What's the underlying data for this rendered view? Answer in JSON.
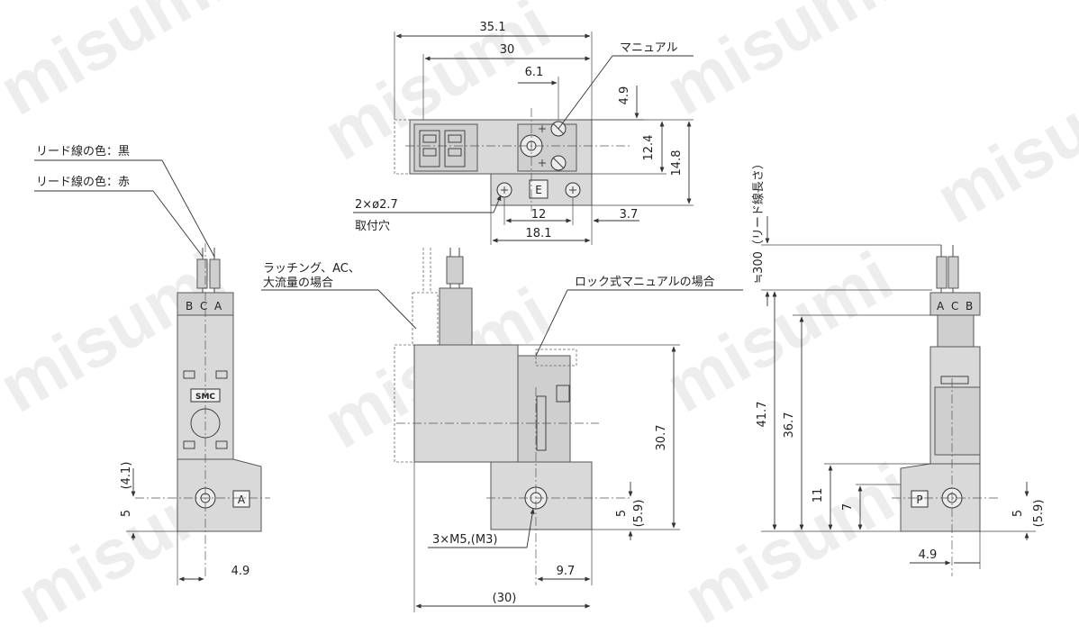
{
  "watermark": "misumi",
  "labels": {
    "lead_black": "リード線の色：黒",
    "lead_red": "リード線の色：赤",
    "manual": "マニュアル",
    "latching_1": "ラッチング、AC、",
    "latching_2": "大流量の場合",
    "lock_manual": "ロック式マニュアルの場合",
    "mount_hole_1": "2×ø2.7",
    "mount_hole_2": "取付穴",
    "ports": "3×M5,(M3)",
    "lead_length": "≒300（リード線長さ）"
  },
  "ports": {
    "A": "A",
    "E": "E",
    "P": "P",
    "B": "B",
    "C": "C"
  },
  "brand": "SMC",
  "dims": {
    "top_35_1": "35.1",
    "top_30": "30",
    "top_6_1": "6.1",
    "top_4_9": "4.9",
    "top_12_4": "12.4",
    "top_14_8": "14.8",
    "top_12": "12",
    "top_3_7": "3.7",
    "top_18_1": "18.1",
    "left_4_1": "(4.1)",
    "left_5": "5",
    "left_4_9": "4.9",
    "mid_30_7": "30.7",
    "mid_5": "5",
    "mid_5_9": "(5.9)",
    "mid_9_7": "9.7",
    "mid_30": "(30)",
    "right_41_7": "41.7",
    "right_36_7": "36.7",
    "right_11": "11",
    "right_7": "7",
    "right_5": "5",
    "right_5_9": "(5.9)",
    "right_4_9": "4.9"
  }
}
